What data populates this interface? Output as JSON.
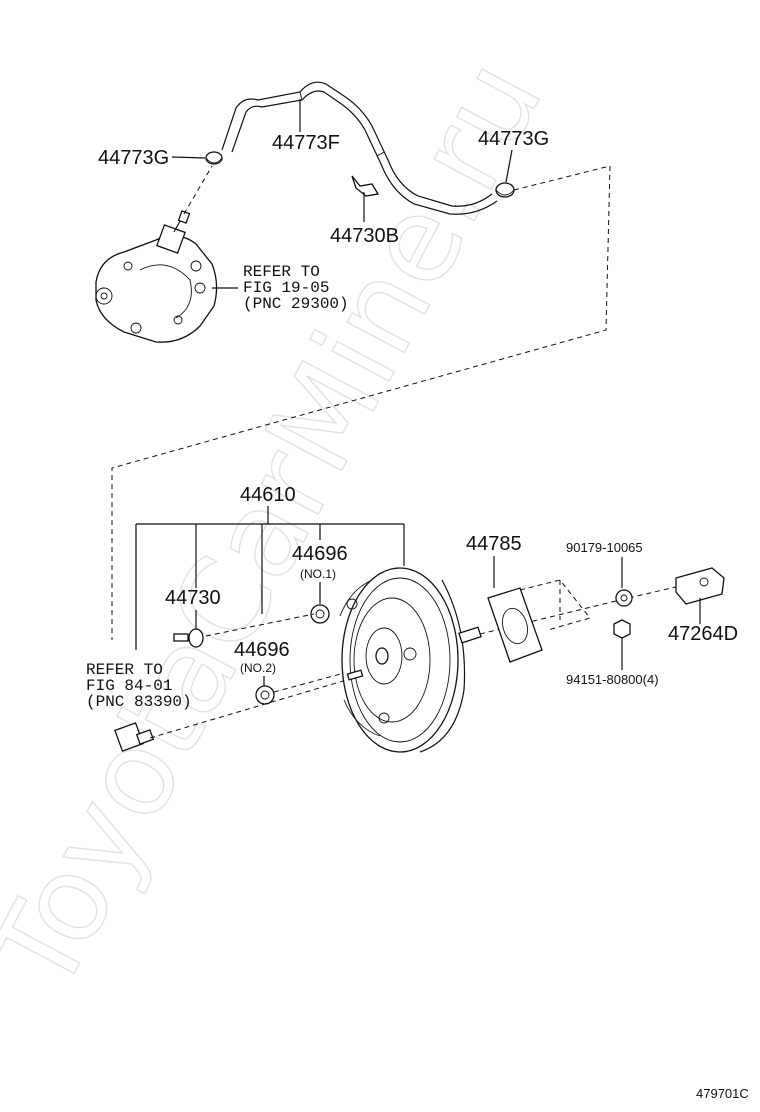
{
  "watermark": "ToyotaCarMine.ru",
  "parts": {
    "clip_left": "44773G",
    "hose": "44773F",
    "clip_right": "44773G",
    "hose_clamp": "44730B",
    "booster_assy": "44610",
    "check_valve": "44730",
    "grommet_no1": "44696",
    "grommet_no1_sub": "(NO.1)",
    "grommet_no2": "44696",
    "grommet_no2_sub": "(NO.2)",
    "gasket": "44785",
    "pin": "90179-10065",
    "nut": "94151-80800(4)",
    "clevis": "47264D"
  },
  "refs": {
    "pump": [
      "REFER TO",
      "FIG 19-05",
      "(PNC 29300)"
    ],
    "brake_line": [
      "REFER TO",
      "FIG 84-01",
      "(PNC 83390)"
    ]
  },
  "figure_code": "479701C"
}
